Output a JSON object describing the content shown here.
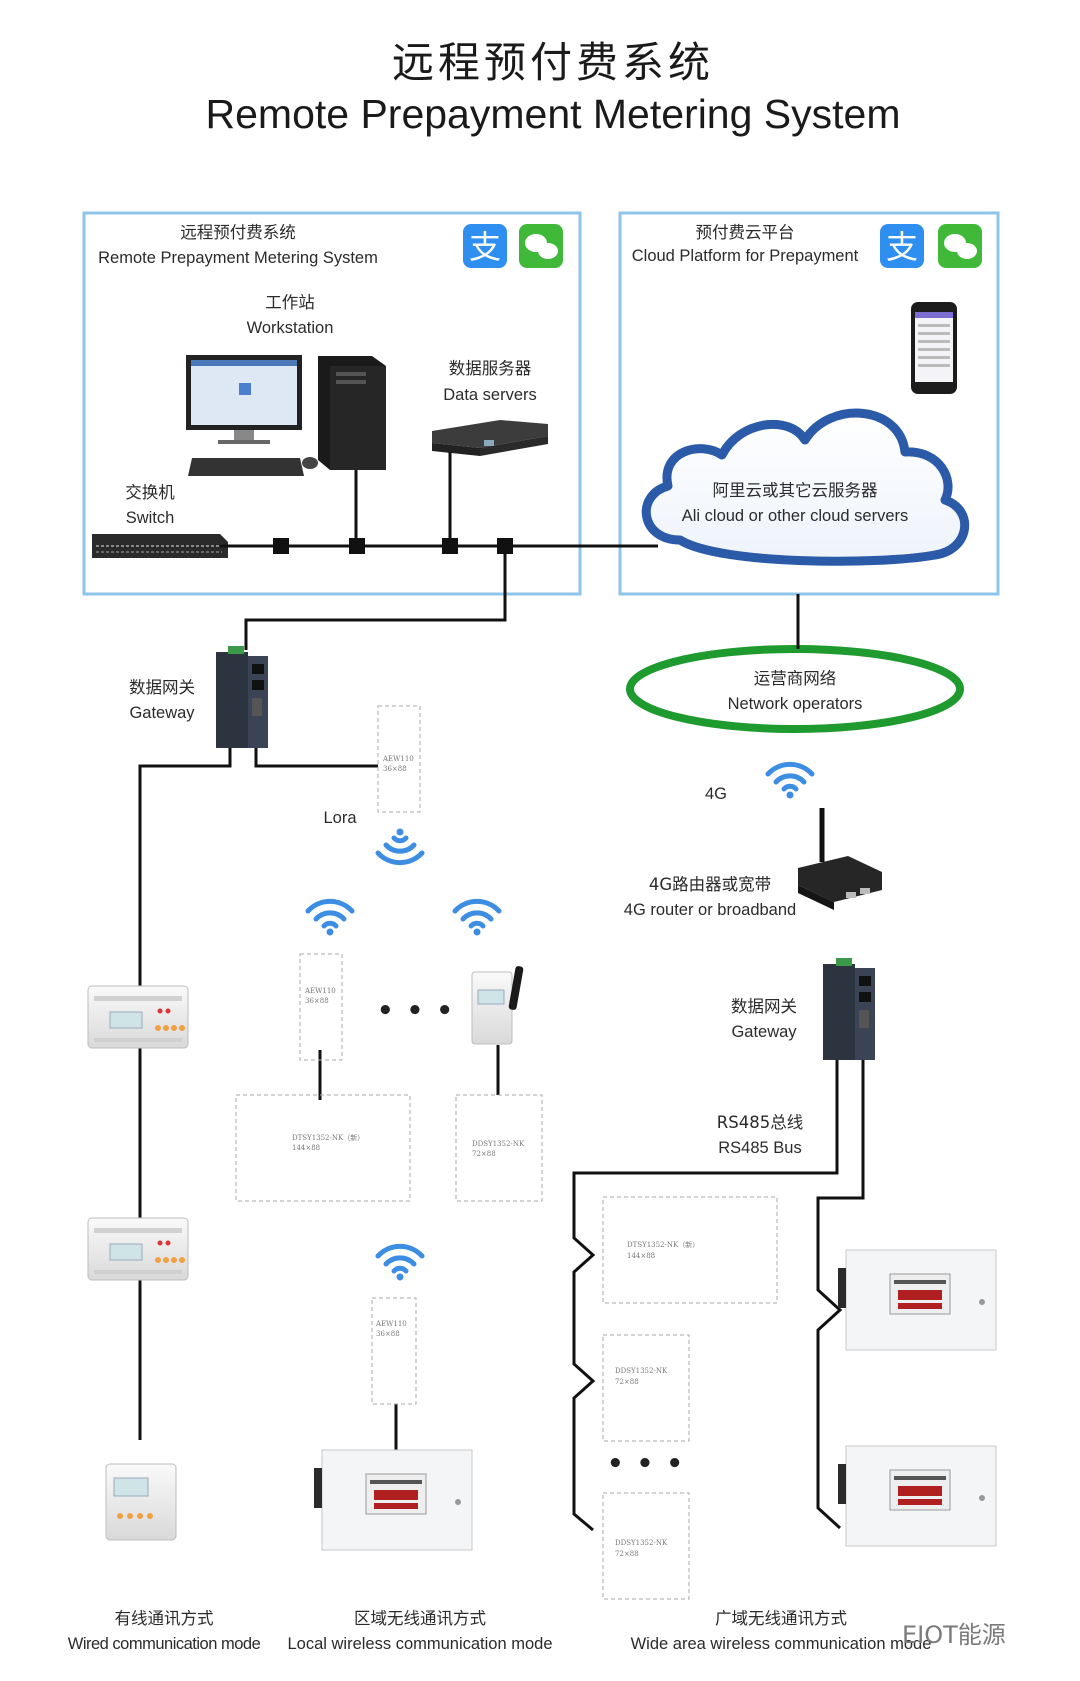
{
  "title": {
    "zh": "远程预付费系统",
    "en": "Remote Prepayment Metering System"
  },
  "local_system": {
    "zh": "远程预付费系统",
    "en": "Remote Prepayment Metering System"
  },
  "cloud_platform": {
    "zh": "预付费云平台",
    "en": "Cloud Platform for Prepayment"
  },
  "workstation": {
    "zh": "工作站",
    "en": "Workstation"
  },
  "data_servers": {
    "zh": "数据服务器",
    "en": "Data servers"
  },
  "switch": {
    "zh": "交换机",
    "en": "Switch"
  },
  "cloud_servers": {
    "zh": "阿里云或其它云服务器",
    "en": "Ali cloud or other cloud servers"
  },
  "network_operators": {
    "zh": "运营商网络",
    "en": "Network operators"
  },
  "gateway_left": {
    "zh": "数据网关",
    "en": "Gateway"
  },
  "gateway_right": {
    "zh": "数据网关",
    "en": "Gateway"
  },
  "lora": "Lora",
  "fourg": "4G",
  "router": {
    "zh": "4G路由器或宽带",
    "en": "4G router or broadband"
  },
  "rs485": {
    "zh": "RS485总线",
    "en": "RS485 Bus"
  },
  "ellipsis": "• • •",
  "device_labels": {
    "aew_top": [
      "AEW110",
      "36×88"
    ],
    "aew_mid": [
      "AEW110",
      "36×88"
    ],
    "aew_bottom": [
      "AEW110",
      "36×88"
    ],
    "dtsy_left": [
      "DTSY1352-NK（新）",
      "144×88"
    ],
    "ddsy_mid": [
      "DDSY1352-NK",
      "72×88"
    ],
    "dtsy_right": [
      "DTSY1352-NK（新）",
      "144×88"
    ],
    "ddsy_right1": [
      "DDSY1352-NK",
      "72×88"
    ],
    "ddsy_right2": [
      "DDSY1352-NK",
      "72×88"
    ]
  },
  "modes": {
    "wired": {
      "zh": "有线通讯方式",
      "en": "Wired communication mode"
    },
    "local": {
      "zh": "区域无线通讯方式",
      "en": "Local wireless communication mode"
    },
    "wide": {
      "zh": "广域无线通讯方式",
      "en": "Wide area wireless communication mode"
    }
  },
  "watermark": "EIOT能源",
  "colors": {
    "frame": "#8cc4ea",
    "cloud": "#2a5aa8",
    "operator_ring": "#1e9a2e",
    "wifi": "#3d8ee3",
    "line": "#111111"
  },
  "icons": [
    "alipay-icon",
    "wechat-icon",
    "wifi-icon",
    "smartphone-icon"
  ]
}
